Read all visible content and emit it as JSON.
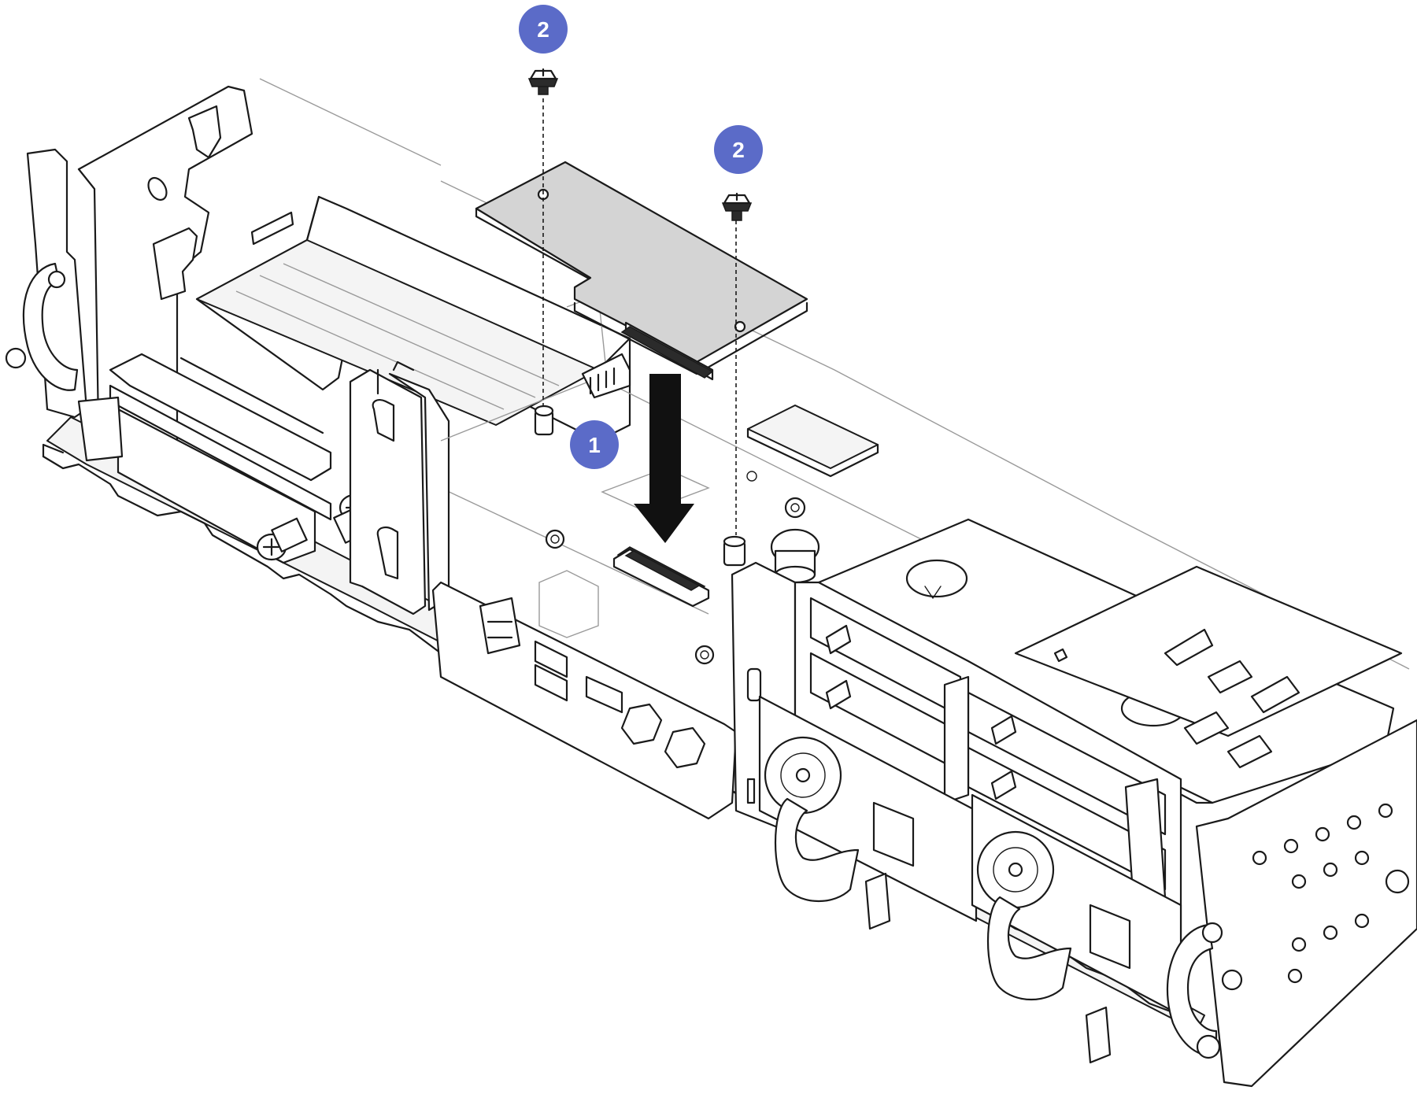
{
  "figure": {
    "callouts": [
      {
        "id": "step-1",
        "label": "1"
      },
      {
        "id": "step-2a",
        "label": "2"
      },
      {
        "id": "step-2b",
        "label": "2"
      }
    ],
    "colors": {
      "callout_fill": "#5b6bc8",
      "callout_text": "#ffffff",
      "board_fill": "#d4d4d4",
      "line": "#1a1a1a"
    },
    "icons": [
      "screw-icon",
      "down-arrow-icon",
      "connector-icon",
      "standoff-icon",
      "fan-icon",
      "handle-icon"
    ]
  }
}
